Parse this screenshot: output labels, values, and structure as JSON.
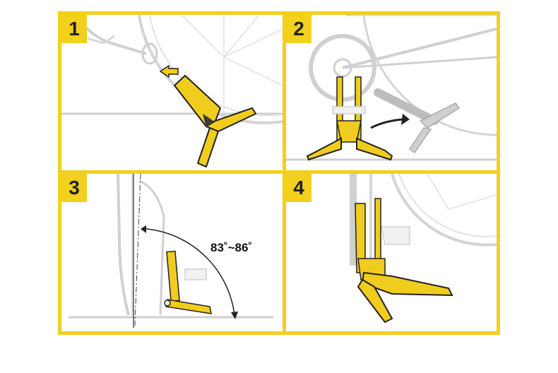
{
  "steps": [
    {
      "number": "1"
    },
    {
      "number": "2"
    },
    {
      "number": "3"
    },
    {
      "number": "4"
    }
  ],
  "angle_label": "83˚~86˚",
  "colors": {
    "accent": "#f2d01c",
    "stand_fill": "#f0cc1e",
    "bike_line": "#c8c8c8",
    "ink": "#222222"
  }
}
